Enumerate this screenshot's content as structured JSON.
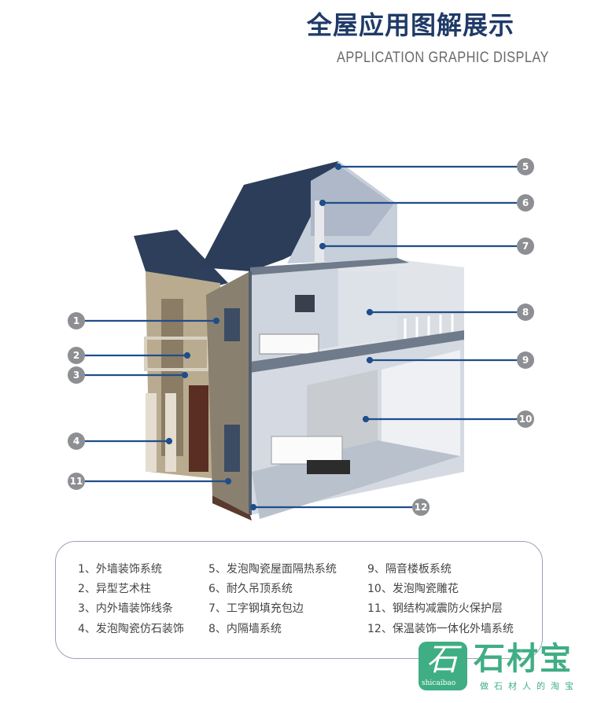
{
  "header": {
    "title": "全屋应用图解展示",
    "subtitle": "APPLICATION GRAPHIC DISPLAY"
  },
  "callouts": [
    "1",
    "2",
    "3",
    "4",
    "5",
    "6",
    "7",
    "8",
    "9",
    "10",
    "11",
    "12"
  ],
  "legend": [
    "1、外墙装饰系统",
    "2、异型艺术柱",
    "3、内外墙装饰线条",
    "4、发泡陶瓷仿石装饰",
    "5、发泡陶瓷屋面隔热系统",
    "6、耐久吊顶系统",
    "7、工字钢填充包边",
    "8、内隔墙系统",
    "9、隔音楼板系统",
    "10、发泡陶瓷雕花",
    "11、钢结构减震防火保护层",
    "12、保温装饰一体化外墙系统"
  ],
  "logo": {
    "name": "石材宝",
    "pinyin": "shicaibao",
    "slogan": "做石材人的淘宝",
    "mark": "石"
  },
  "colors": {
    "title": "#1f3a68",
    "leader_line": "#1f4e8a",
    "callout_circle": "#8d8f93",
    "brand_green": "#3fae84"
  }
}
